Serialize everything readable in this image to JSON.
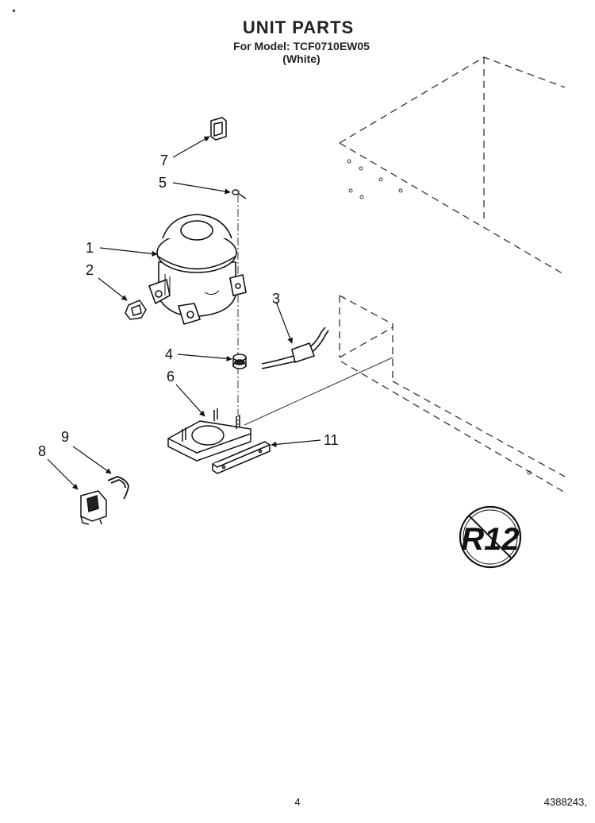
{
  "header": {
    "title": "UNIT PARTS",
    "model_line": "For Model: TCF0710EW05",
    "variant": "(White)"
  },
  "callouts": {
    "c1": "1",
    "c2": "2",
    "c3": "3",
    "c4": "4",
    "c5": "5",
    "c6": "6",
    "c7": "7",
    "c8": "8",
    "c9": "9",
    "c11": "11"
  },
  "badge": {
    "label": "R12"
  },
  "footer": {
    "page_number": "4",
    "document_number": "4388243,"
  }
}
